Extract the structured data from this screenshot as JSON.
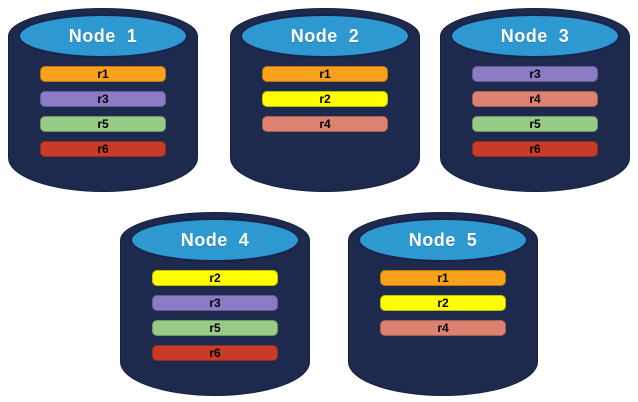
{
  "diagram": {
    "kind": "database-cylinder-cluster",
    "colors": {
      "cylinder_body": "#1E2A4D",
      "cylinder_top": "#2E99D1",
      "title_text": "#FFFFFF",
      "replica_text": "#000000",
      "replica_palette": {
        "r1": "#F9A11B",
        "r2": "#FFFF00",
        "r3": "#8A7BC4",
        "r4": "#DD8271",
        "r5": "#97CB86",
        "r6": "#C93B26"
      }
    }
  },
  "nodes": [
    {
      "title": "Node  1",
      "replicas": [
        {
          "label": "r1",
          "color": "#F9A11B"
        },
        {
          "label": "r3",
          "color": "#8A7BC4"
        },
        {
          "label": "r5",
          "color": "#97CB86"
        },
        {
          "label": "r6",
          "color": "#C93B26"
        }
      ]
    },
    {
      "title": "Node  2",
      "replicas": [
        {
          "label": "r1",
          "color": "#F9A11B"
        },
        {
          "label": "r2",
          "color": "#FFFF00"
        },
        {
          "label": "r4",
          "color": "#DD8271"
        }
      ]
    },
    {
      "title": "Node  3",
      "replicas": [
        {
          "label": "r3",
          "color": "#8A7BC4"
        },
        {
          "label": "r4",
          "color": "#DD8271"
        },
        {
          "label": "r5",
          "color": "#97CB86"
        },
        {
          "label": "r6",
          "color": "#C93B26"
        }
      ]
    },
    {
      "title": "Node  4",
      "replicas": [
        {
          "label": "r2",
          "color": "#FFFF00"
        },
        {
          "label": "r3",
          "color": "#8A7BC4"
        },
        {
          "label": "r5",
          "color": "#97CB86"
        },
        {
          "label": "r6",
          "color": "#C93B26"
        }
      ]
    },
    {
      "title": "Node  5",
      "replicas": [
        {
          "label": "r1",
          "color": "#F9A11B"
        },
        {
          "label": "r2",
          "color": "#FFFF00"
        },
        {
          "label": "r4",
          "color": "#DD8271"
        }
      ]
    }
  ]
}
